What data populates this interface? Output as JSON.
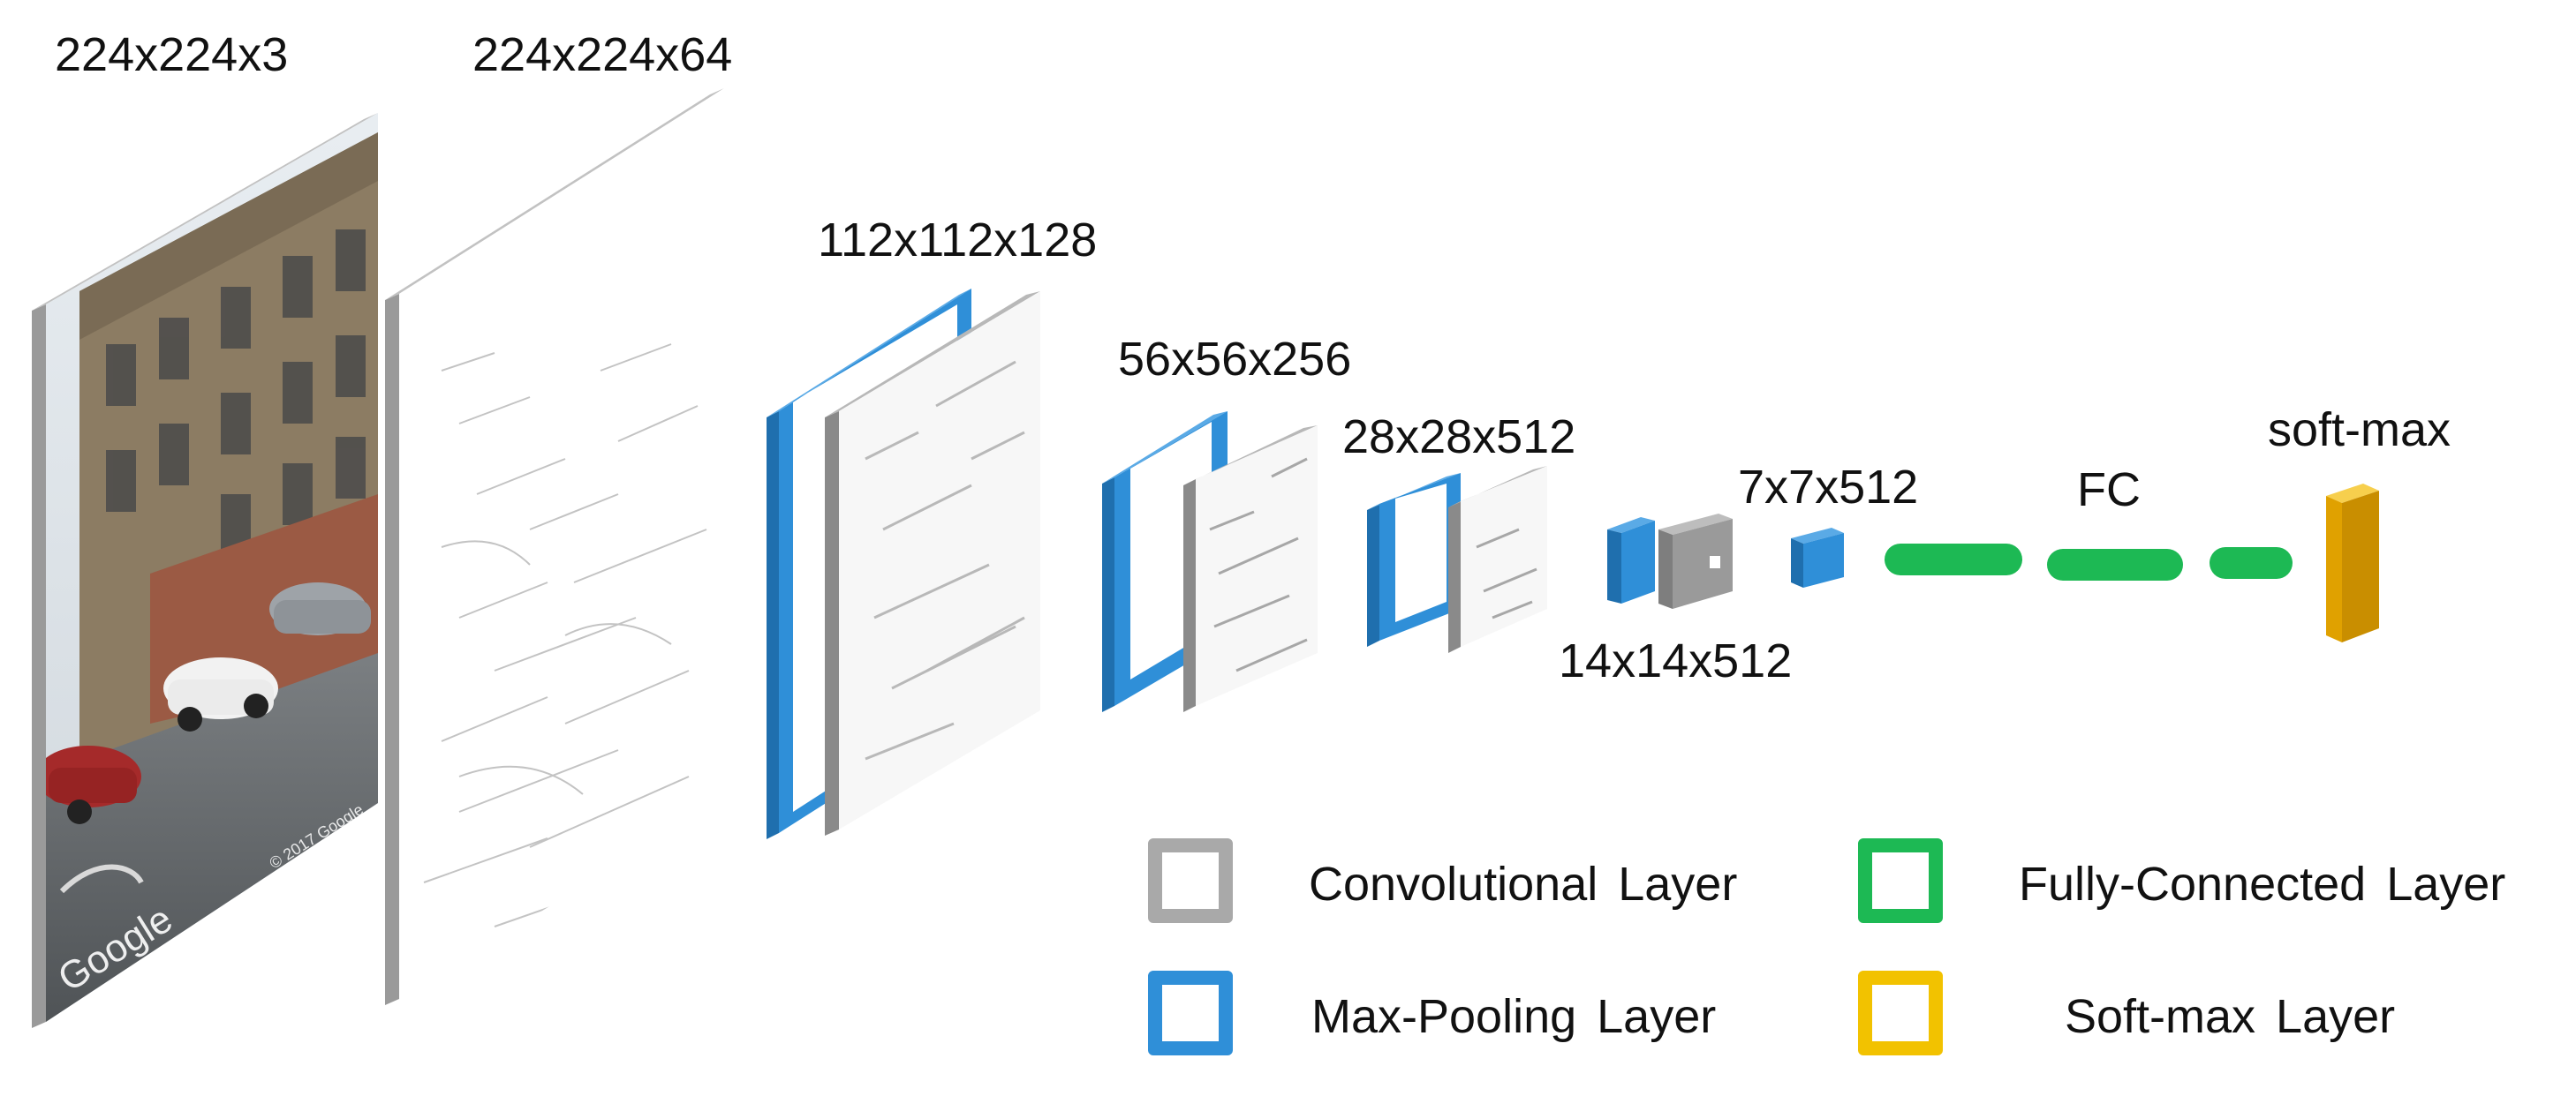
{
  "layers": {
    "input": "224x224x3",
    "conv1": "224x224x64",
    "block2": "112x112x128",
    "block3": "56x56x256",
    "block4": "28x28x512",
    "block5": "14x14x512",
    "pool5": "7x7x512",
    "fc": "FC",
    "softmax": "soft-max"
  },
  "photo": {
    "watermark_logo": "Google",
    "copyright": "© 2017 Google"
  },
  "legend": {
    "conv": "Convolutional Layer",
    "pool": "Max-Pooling Layer",
    "fc": "Fully-Connected Layer",
    "softmax": "Soft-max Layer"
  },
  "colors": {
    "conv": "#9a9a9a",
    "pool": "#2f8fd8",
    "pool_dark": "#1f6fae",
    "fc": "#1db954",
    "softmax": "#f2b705",
    "softmax_dark": "#c98e00"
  }
}
